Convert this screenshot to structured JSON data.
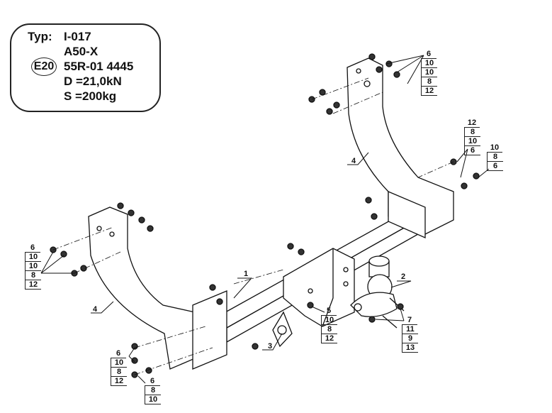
{
  "type_plate": {
    "typ_label": "Typ:",
    "typ_value": "I-017",
    "model": "A50-X",
    "approval_mark": "E20",
    "approval_number": "55R-01 4445",
    "d_value": "D =21,0kN",
    "s_value": "S =200kg"
  },
  "part_labels": {
    "crossbar": "1",
    "towball": "2",
    "socket_plate": "3",
    "bracket_upper": "4",
    "bracket_lower": "4"
  },
  "callouts": {
    "top_right_bolts": [
      "6",
      "10",
      "10",
      "8",
      "12"
    ],
    "right_bolt_a": [
      "12",
      "8",
      "10",
      "6"
    ],
    "right_bolt_b": [
      "10",
      "8",
      "6"
    ],
    "left_bolts": [
      "6",
      "10",
      "10",
      "8",
      "12"
    ],
    "center_bolt": [
      "5",
      "10",
      "8",
      "12"
    ],
    "ball_bolts": [
      "7",
      "11",
      "9",
      "13"
    ],
    "bottom_left_a": [
      "6",
      "10",
      "8",
      "12"
    ],
    "bottom_left_b": [
      "6",
      "8",
      "10"
    ]
  }
}
